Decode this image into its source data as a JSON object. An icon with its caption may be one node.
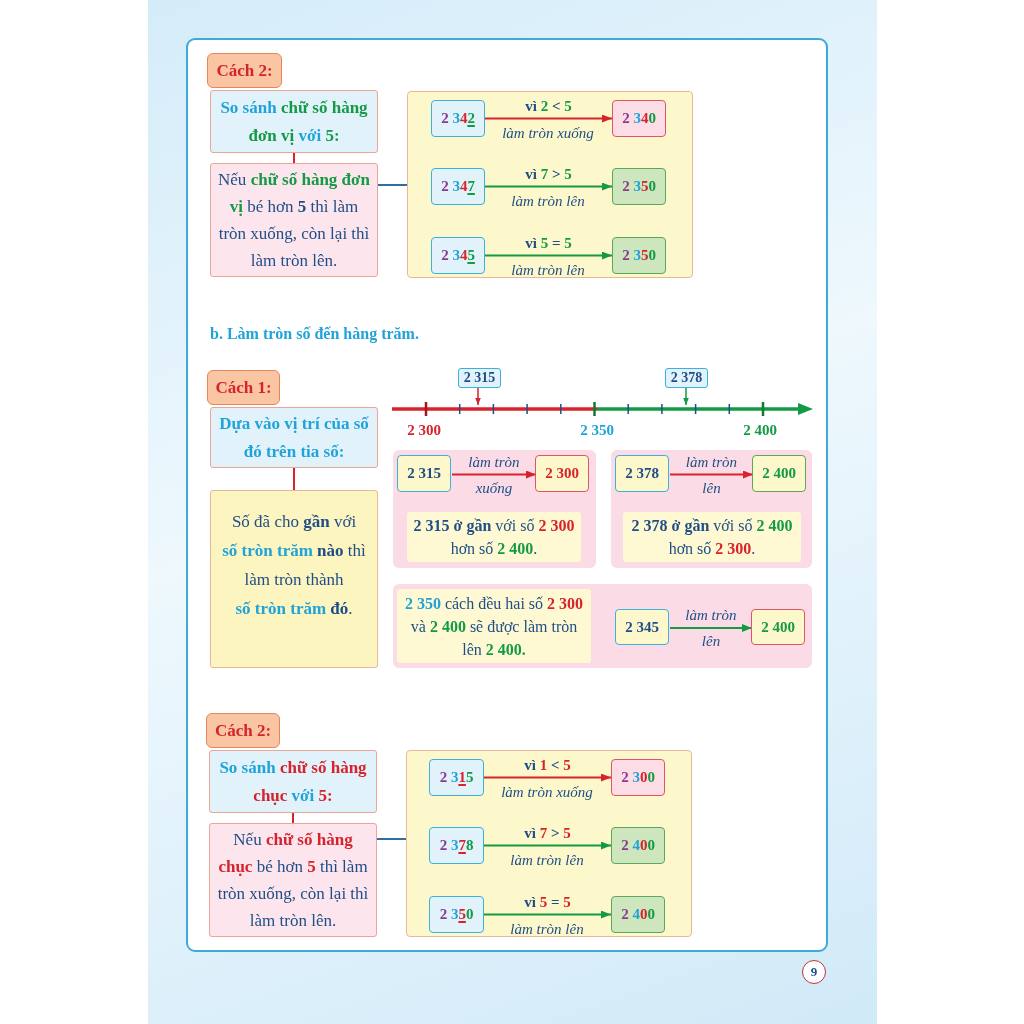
{
  "diagram": {
    "nodes": [
      {
        "text": [
          "Cách 2:"
        ]
      },
      {
        "text": [
          "So sánh chữ số hàng đơn vị với 5:"
        ]
      },
      {
        "text": [
          "Nếu **chữ số hàng đơn vị** bé hơn **5** thì làm tròn xuống, còn lại thì làm tròn lên."
        ]
      },
      {
        "text": [],
        "shape": "box"
      },
      {
        "text": [
          "2 342"
        ],
        "in": 3
      },
      {
        "text": [
          "2 340"
        ],
        "in": 3
      },
      {
        "text": [
          "2 347"
        ],
        "in": 3
      },
      {
        "text": [
          "2 350"
        ],
        "in": 3
      },
      {
        "text": [
          "2 345"
        ],
        "in": 3
      },
      {
        "text": [
          "2 350"
        ],
        "in": 3
      },
      {
        "text": [
          "Cách 1:"
        ]
      },
      {
        "text": [
          "Dựa vào vị trí của số đó trên tia số:"
        ]
      },
      {
        "text": [
          "Số đã cho **gần** với **số tròn trăm** **nào** thì làm tròn thành **số tròn trăm** **đó**."
        ]
      },
      {
        "text": [
          "2 315"
        ]
      },
      {
        "text": [
          "2 378"
        ]
      },
      {
        "text": [],
        "shape": "box"
      },
      {
        "text": [
          "2 315"
        ],
        "in": 15
      },
      {
        "text": [
          "2 300"
        ],
        "in": 15
      },
      {
        "text": [
          "**2 315 ở gần** với số **2 300** hơn số **2 400**."
        ],
        "in": 15
      },
      {
        "text": [],
        "shape": "box"
      },
      {
        "text": [
          "2 378"
        ],
        "in": 19
      },
      {
        "text": [
          "2 400"
        ],
        "in": 19
      },
      {
        "text": [
          "**2 378 ở gần** với số **2 400** hơn số **2 300**."
        ],
        "in": 19
      },
      {
        "text": [],
        "shape": "box"
      },
      {
        "text": [
          "**2 350** cách đều hai số **2 300** và **2 400** sẽ được làm tròn lên **2 400.**"
        ],
        "in": 23
      },
      {
        "text": [
          "2 345"
        ],
        "in": 23
      },
      {
        "text": [
          "2 400"
        ],
        "in": 23
      },
      {
        "text": [
          "Cách 2:"
        ]
      },
      {
        "text": [
          "So sánh chữ số hàng chục với 5:"
        ]
      },
      {
        "text": [
          "Nếu **chữ số hàng chục** bé hơn **5** thì làm tròn xuống, còn lại thì làm tròn lên."
        ]
      },
      {
        "text": [],
        "shape": "box"
      },
      {
        "text": [
          "2 315"
        ],
        "in": 30
      },
      {
        "text": [
          "2 300"
        ],
        "in": 30
      },
      {
        "text": [
          "2 378"
        ],
        "in": 30
      },
      {
        "text": [
          "2 400"
        ],
        "in": 30
      },
      {
        "text": [
          "2 350"
        ],
        "in": 30
      },
      {
        "text": [
          "2 400"
        ],
        "in": 30
      }
    ],
    "edges": [
      {
        "from": 1,
        "to": 2,
        "arrow": "none"
      },
      {
        "from": 2,
        "to": 3,
        "arrow": "none",
        "color": "#2f6ea5"
      },
      {
        "from": 4,
        "to": 5,
        "arrow": "to",
        "label": "vì 2 < 5"
      },
      {
        "from": 6,
        "to": 7,
        "arrow": "to",
        "label": "vì 7 > 5",
        "color": "#149a45"
      },
      {
        "from": 8,
        "to": 9,
        "arrow": "to",
        "label": "vì 5 = 5",
        "color": "#149a45"
      },
      {
        "from": 11,
        "to": 12,
        "arrow": "none"
      },
      {
        "from": 13,
        "to": null,
        "arrow": "to"
      },
      {
        "from": 14,
        "to": null,
        "arrow": "to",
        "color": "#149a45"
      },
      {
        "from": 16,
        "to": 17,
        "arrow": "to",
        "label": "làm tròn xuống"
      },
      {
        "from": 20,
        "to": 21,
        "arrow": "to",
        "label": "làm tròn lên"
      },
      {
        "from": 25,
        "to": 26,
        "arrow": "to",
        "label": "làm tròn lên",
        "color": "#149a45"
      },
      {
        "from": 28,
        "to": 29,
        "arrow": "none"
      },
      {
        "from": 29,
        "to": 30,
        "arrow": "none",
        "color": "#2f6ea5"
      },
      {
        "from": 31,
        "to": 32,
        "arrow": "to",
        "label": "vì 1 < 5"
      },
      {
        "from": 33,
        "to": 34,
        "arrow": "to",
        "label": "vì 7 > 5",
        "color": "#149a45"
      },
      {
        "from": 35,
        "to": 36,
        "arrow": "to",
        "label": "vì 5 = 5",
        "color": "#149a45"
      }
    ],
    "labels": [
      "làm tròn xuống",
      "làm tròn lên",
      "làm tròn lên",
      "b. Làm tròn số đến hàng trăm.",
      "2 300",
      "2 350",
      "2 400",
      "làm tròn xuống",
      "làm tròn lên",
      "làm tròn lên",
      "9"
    ]
  }
}
